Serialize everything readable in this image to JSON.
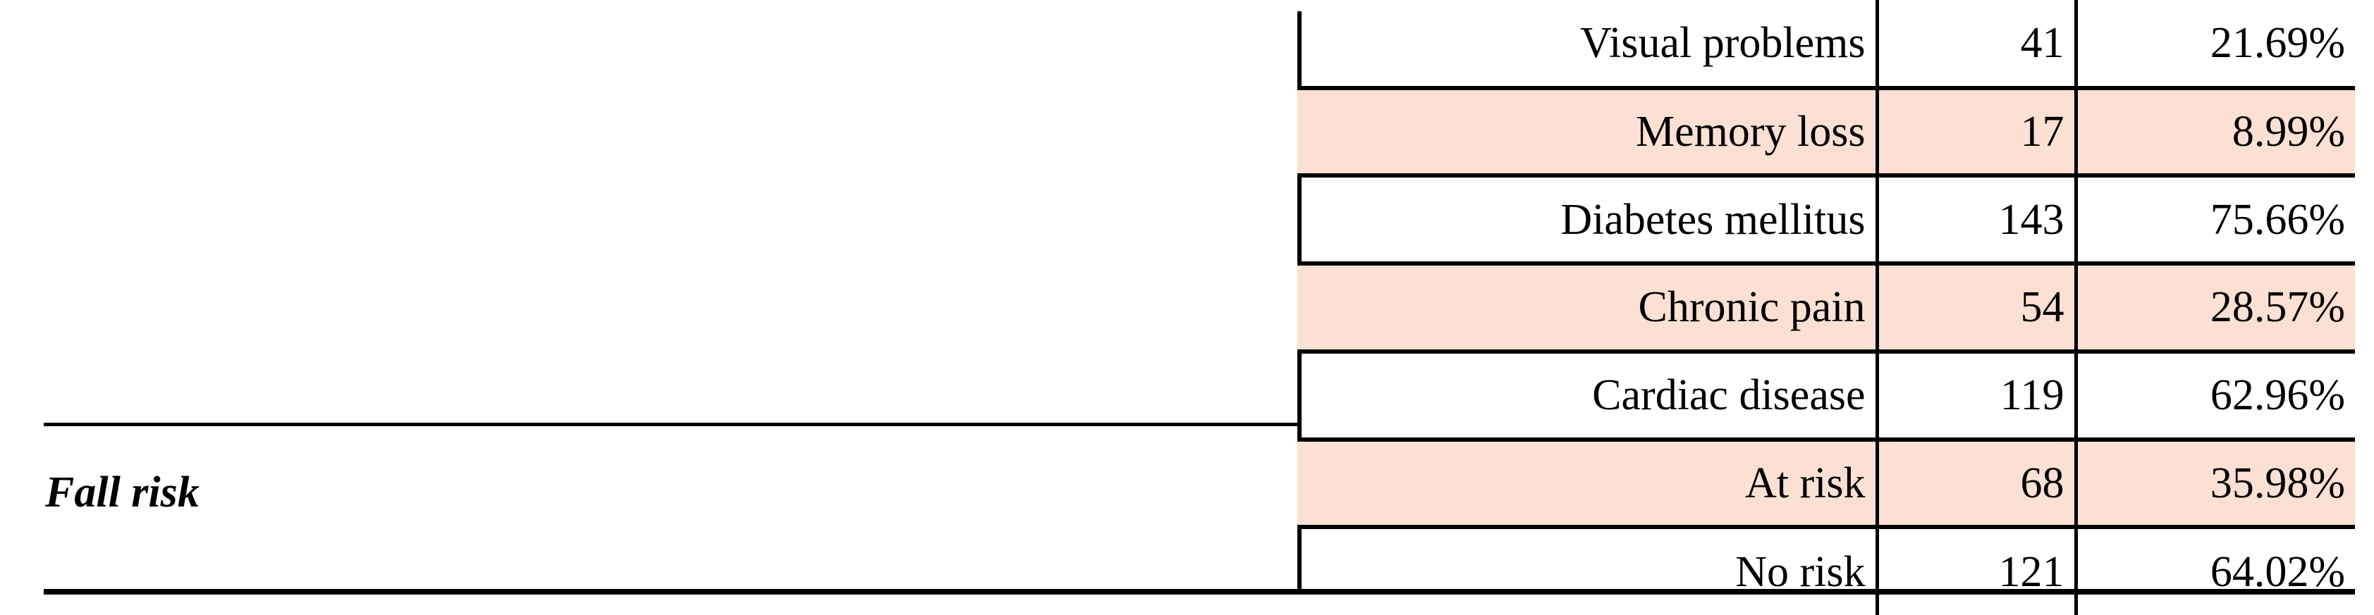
{
  "table": {
    "group_label": "Fall risk",
    "columns": [
      "variable",
      "count",
      "percent"
    ],
    "rows": [
      {
        "variable": "Visual problems",
        "count": "41",
        "percent": "21.69%",
        "shaded": false
      },
      {
        "variable": "Memory loss",
        "count": "17",
        "percent": "8.99%",
        "shaded": true
      },
      {
        "variable": "Diabetes mellitus",
        "count": "143",
        "percent": "75.66%",
        "shaded": false
      },
      {
        "variable": "Chronic pain",
        "count": "54",
        "percent": "28.57%",
        "shaded": true
      },
      {
        "variable": "Cardiac disease",
        "count": "119",
        "percent": "62.96%",
        "shaded": false
      },
      {
        "variable": "At risk",
        "count": "68",
        "percent": "35.98%",
        "shaded": true
      },
      {
        "variable": "No risk",
        "count": "121",
        "percent": "64.02%",
        "shaded": false
      }
    ]
  },
  "style": {
    "band_color": "#FBE0D3",
    "rule_color": "#000000",
    "page_background": "#FFFFFF"
  }
}
